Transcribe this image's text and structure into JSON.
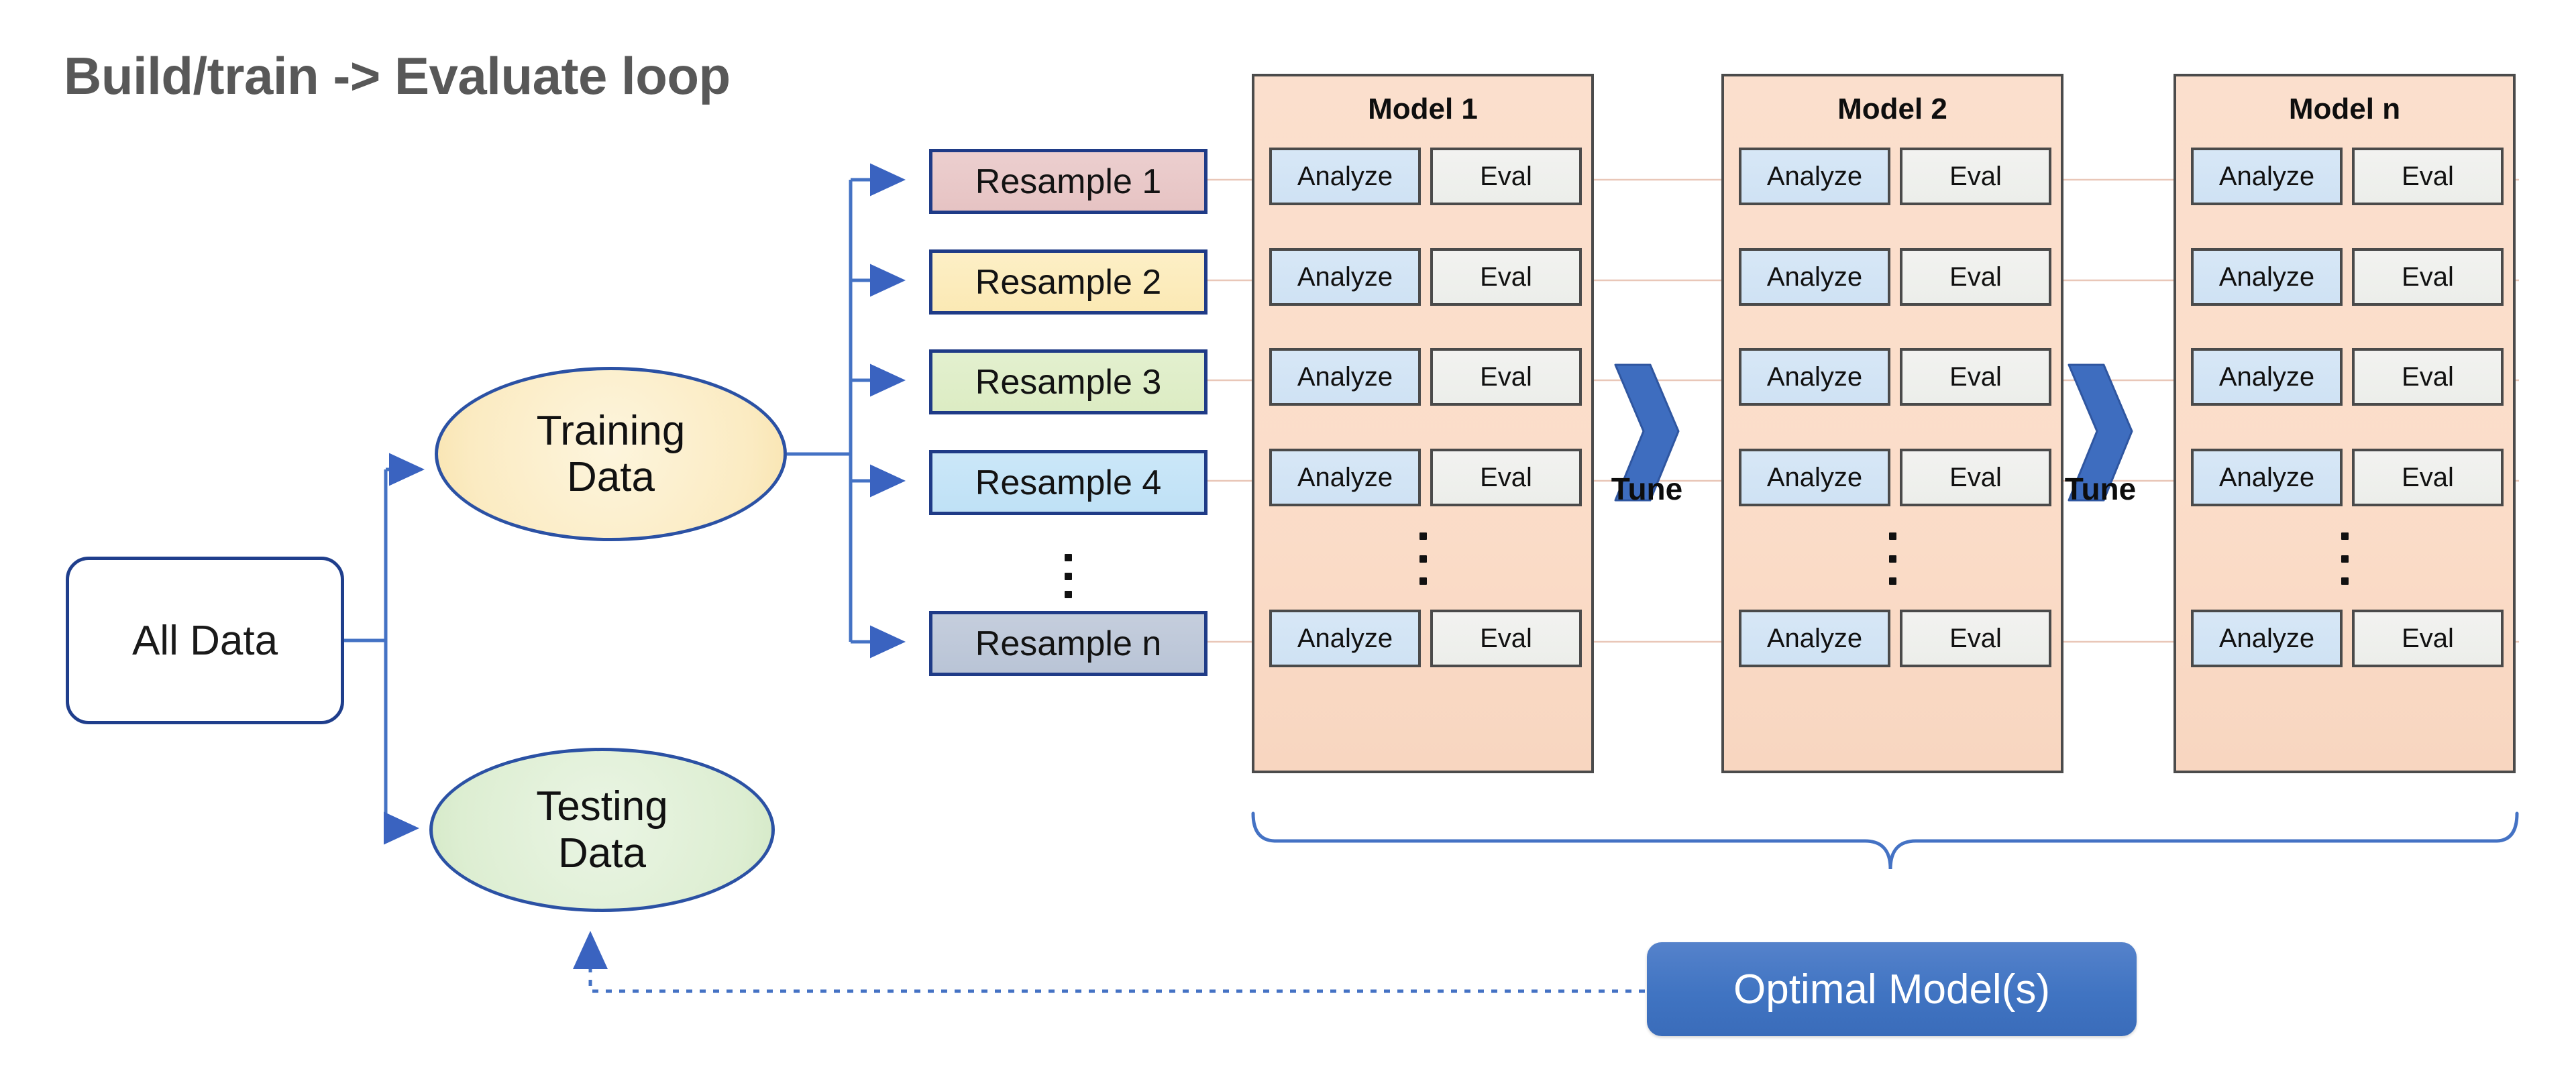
{
  "title": "Build/train -> Evaluate loop",
  "nodes": {
    "all_data": "All Data",
    "training_data": "Training\nData",
    "training_data_line1": "Training",
    "training_data_line2": "Data",
    "testing_data_line1": "Testing",
    "testing_data_line2": "Data",
    "optimal_model": "Optimal Model(s)"
  },
  "resamples": [
    {
      "label": "Resample 1",
      "color": "#e6c3c3"
    },
    {
      "label": "Resample 2",
      "color": "#fbe9b4"
    },
    {
      "label": "Resample 3",
      "color": "#dcecc3"
    },
    {
      "label": "Resample 4",
      "color": "#bfe1f6"
    },
    {
      "label": "Resample n",
      "color": "#b9c4d6"
    }
  ],
  "models": [
    {
      "title": "Model 1",
      "rows": [
        {
          "analyze": "Analyze",
          "eval": "Eval"
        },
        {
          "analyze": "Analyze",
          "eval": "Eval"
        },
        {
          "analyze": "Analyze",
          "eval": "Eval"
        },
        {
          "analyze": "Analyze",
          "eval": "Eval"
        },
        {
          "analyze": "Analyze",
          "eval": "Eval"
        }
      ]
    },
    {
      "title": "Model 2",
      "rows": [
        {
          "analyze": "Analyze",
          "eval": "Eval"
        },
        {
          "analyze": "Analyze",
          "eval": "Eval"
        },
        {
          "analyze": "Analyze",
          "eval": "Eval"
        },
        {
          "analyze": "Analyze",
          "eval": "Eval"
        },
        {
          "analyze": "Analyze",
          "eval": "Eval"
        }
      ]
    },
    {
      "title": "Model n",
      "rows": [
        {
          "analyze": "Analyze",
          "eval": "Eval"
        },
        {
          "analyze": "Analyze",
          "eval": "Eval"
        },
        {
          "analyze": "Analyze",
          "eval": "Eval"
        },
        {
          "analyze": "Analyze",
          "eval": "Eval"
        },
        {
          "analyze": "Analyze",
          "eval": "Eval"
        }
      ]
    }
  ],
  "tune_steps": [
    {
      "label": "Tune"
    },
    {
      "label": "Tune"
    }
  ],
  "colors": {
    "title_gray": "#585858",
    "connector_blue": "#4472C4",
    "node_border_blue": "#1F3E8C",
    "panel_peach": "#FBDDC9",
    "analyze_blue": "#CFE2F4",
    "eval_gray": "#ECEEEA",
    "optimal_button_blue": "#4074C2",
    "tune_arrow_blue": "#3E6DBF"
  }
}
